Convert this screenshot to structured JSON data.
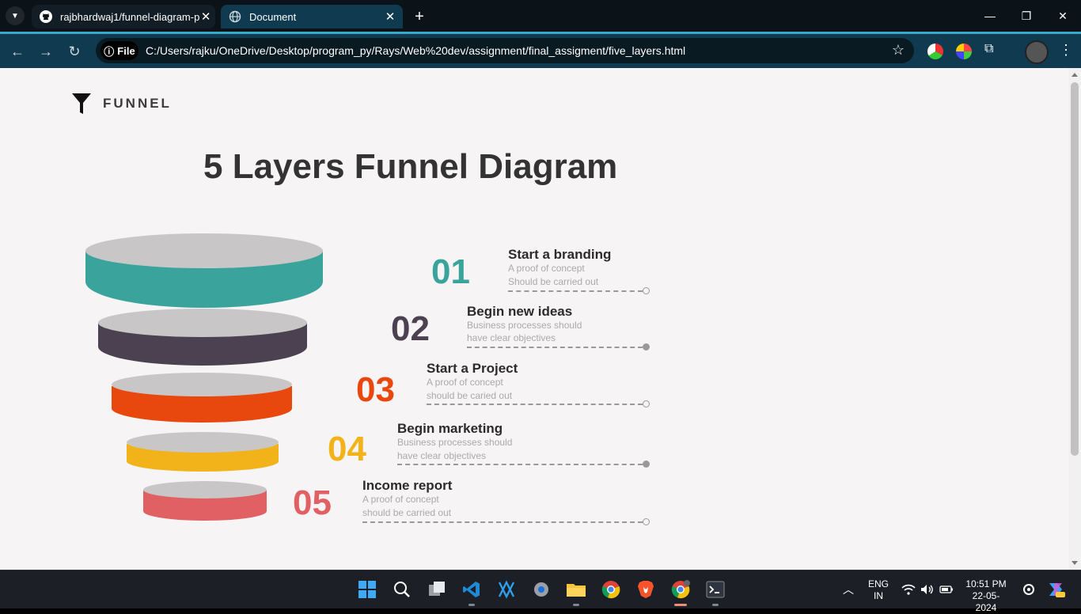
{
  "browser": {
    "tabs": [
      {
        "title": "rajbhardwaj1/funnel-diagram-p",
        "icon": "github-icon",
        "active": false
      },
      {
        "title": "Document",
        "icon": "globe-icon",
        "active": true
      }
    ],
    "file_chip": "File",
    "url": "C:/Users/rajku/OneDrive/Desktop/program_py/Rays/Web%20dev/assignment/final_assigment/five_layers.html"
  },
  "page": {
    "brand": "FUNNEL",
    "title": "5 Layers Funnel Diagram",
    "layers": [
      {
        "num": "01",
        "title": "Start a branding",
        "desc1": "A proof of concept",
        "desc2": "Should be carried out",
        "color": "#3aa39c",
        "dot": "hollow"
      },
      {
        "num": "02",
        "title": "Begin new ideas",
        "desc1": "Business processes should",
        "desc2": "have clear objectives",
        "color": "#4c4150",
        "dot": "filled"
      },
      {
        "num": "03",
        "title": "Start a Project",
        "desc1": "A proof of concept",
        "desc2": "should be caried out",
        "color": "#e8480e",
        "dot": "hollow"
      },
      {
        "num": "04",
        "title": "Begin marketing",
        "desc1": "Business processes should",
        "desc2": "have clear objectives",
        "color": "#f2b31a",
        "dot": "filled"
      },
      {
        "num": "05",
        "title": "Income report",
        "desc1": "A proof of concept",
        "desc2": "should be carried out",
        "color": "#e06064",
        "dot": "hollow"
      }
    ],
    "funnel_top_color": "#c8c6c6"
  },
  "taskbar": {
    "lang1": "ENG",
    "lang2": "IN",
    "time": "10:51 PM",
    "date": "22-05-2024"
  }
}
